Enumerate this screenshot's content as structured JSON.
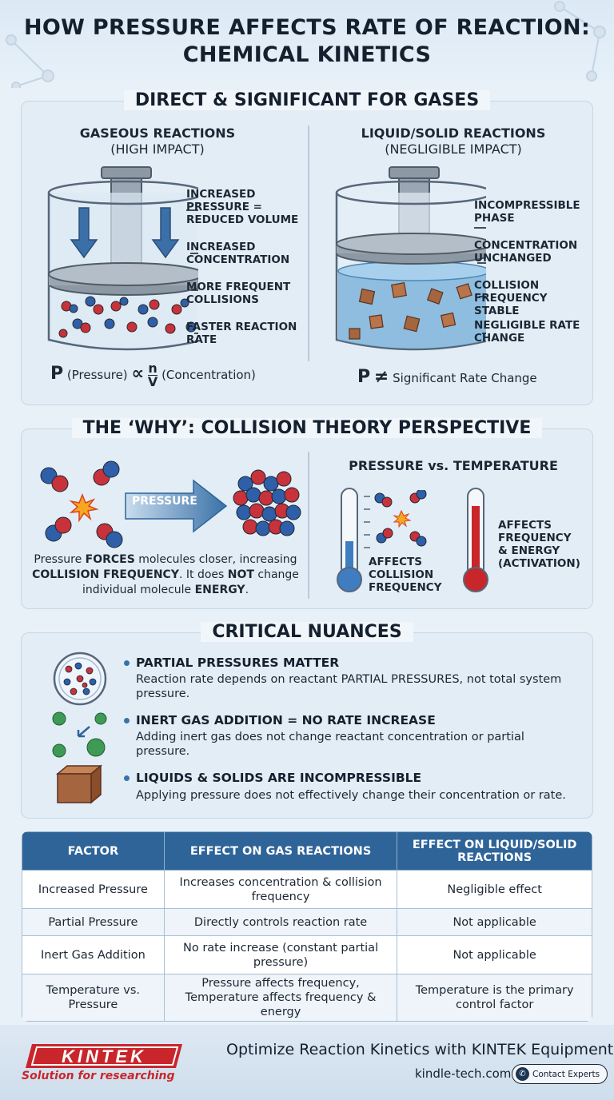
{
  "title": {
    "line1": "HOW PRESSURE AFFECTS RATE OF REACTION:",
    "line2": "CHEMICAL KINETICS"
  },
  "section1": {
    "title": "DIRECT & SIGNIFICANT FOR GASES",
    "gas": {
      "heading_line1": "GASEOUS REACTIONS",
      "heading_line2": "(HIGH IMPACT)",
      "callouts": [
        "INCREASED PRESSURE = REDUCED VOLUME",
        "INCREASED CONCENTRATION",
        "MORE FREQUENT COLLISIONS",
        "FASTER REACTION RATE"
      ],
      "formula_p": "P",
      "formula_pressure": "(Pressure)",
      "formula_prop": "∝",
      "formula_n": "n",
      "formula_v": "V",
      "formula_conc": "(Concentration)"
    },
    "liquid": {
      "heading_line1": "LIQUID/SOLID REACTIONS",
      "heading_line2": "(NEGLIGIBLE IMPACT)",
      "callouts": [
        "INCOMPRESSIBLE PHASE",
        "CONCENTRATION UNCHANGED",
        "COLLISION FREQUENCY STABLE",
        "NEGLIGIBLE RATE CHANGE"
      ],
      "formula_p": "P",
      "formula_neq": "≠",
      "formula_text": "Significant Rate Change"
    }
  },
  "section2": {
    "title": "THE ‘WHY’: COLLISION THEORY PERSPECTIVE",
    "arrow_label": "PRESSURE",
    "explanation_parts": [
      "Pressure ",
      "FORCES",
      " molecules closer, increasing ",
      "COLLISION FREQUENCY",
      ". It does ",
      "NOT",
      " change individual molecule ",
      "ENERGY",
      "."
    ],
    "compare_title": "PRESSURE vs. TEMPERATURE",
    "pressure_label_lines": [
      "AFFECTS",
      "COLLISION",
      "FREQUENCY"
    ],
    "temperature_label_lines": [
      "AFFECTS",
      "FREQUENCY",
      "& ENERGY",
      "(ACTIVATION)"
    ]
  },
  "section3": {
    "title": "CRITICAL NUANCES",
    "items": [
      {
        "heading": "PARTIAL PRESSURES MATTER",
        "body": "Reaction rate depends on reactant PARTIAL PRESSURES, not total system pressure."
      },
      {
        "heading": "INERT GAS ADDITION = NO RATE INCREASE",
        "body": "Adding inert gas does not change reactant concentration or partial pressure."
      },
      {
        "heading": "LIQUIDS & SOLIDS ARE INCOMPRESSIBLE",
        "body": "Applying pressure does not effectively change their concentration or rate."
      }
    ]
  },
  "table": {
    "headers": [
      "FACTOR",
      "EFFECT ON GAS REACTIONS",
      "EFFECT ON LIQUID/SOLID REACTIONS"
    ],
    "rows": [
      [
        "Increased Pressure",
        "Increases concentration & collision frequency",
        "Negligible effect"
      ],
      [
        "Partial Pressure",
        "Directly controls reaction rate",
        "Not applicable"
      ],
      [
        "Inert Gas Addition",
        "No rate increase (constant partial pressure)",
        "Not applicable"
      ],
      [
        "Temperature vs. Pressure",
        "Pressure affects frequency, Temperature affects frequency & energy",
        "Temperature is the primary control factor"
      ]
    ]
  },
  "footer": {
    "logo_text": "KINTEK",
    "tagline": "Solution for researching",
    "cta": "Optimize Reaction Kinetics with KINTEK Equipment",
    "website": "kindle-tech.com",
    "contact_label": "Contact Experts"
  },
  "colors": {
    "brand_red": "#c8262b",
    "table_header": "#2f6499",
    "gas_red": "#c8323a",
    "gas_blue": "#2e5fa8"
  }
}
